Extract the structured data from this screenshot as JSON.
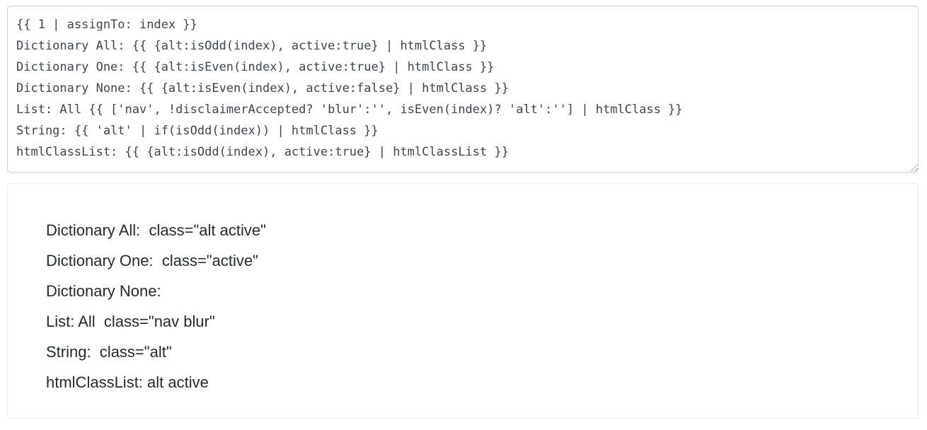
{
  "editor": {
    "value": "{{ 1 | assignTo: index }}\nDictionary All: {{ {alt:isOdd(index), active:true} | htmlClass }}\nDictionary One: {{ {alt:isEven(index), active:true} | htmlClass }}\nDictionary None: {{ {alt:isEven(index), active:false} | htmlClass }}\nList: All {{ ['nav', !disclaimerAccepted? 'blur':'', isEven(index)? 'alt':''] | htmlClass }}\nString: {{ 'alt' | if(isOdd(index)) | htmlClass }}\nhtmlClassList: {{ {alt:isOdd(index), active:true} | htmlClassList }}"
  },
  "output": {
    "lines": [
      "",
      "Dictionary All:  class=\"alt active\"",
      "Dictionary One:  class=\"active\"",
      "Dictionary None:",
      "List: All  class=\"nav blur\"",
      "String:  class=\"alt\"",
      "htmlClassList: alt active"
    ]
  },
  "colors": {
    "editor_text": "#3d4450",
    "editor_border": "#cfcfcf",
    "output_text": "#26292e",
    "output_border": "#e9e9e9",
    "background": "#ffffff"
  }
}
